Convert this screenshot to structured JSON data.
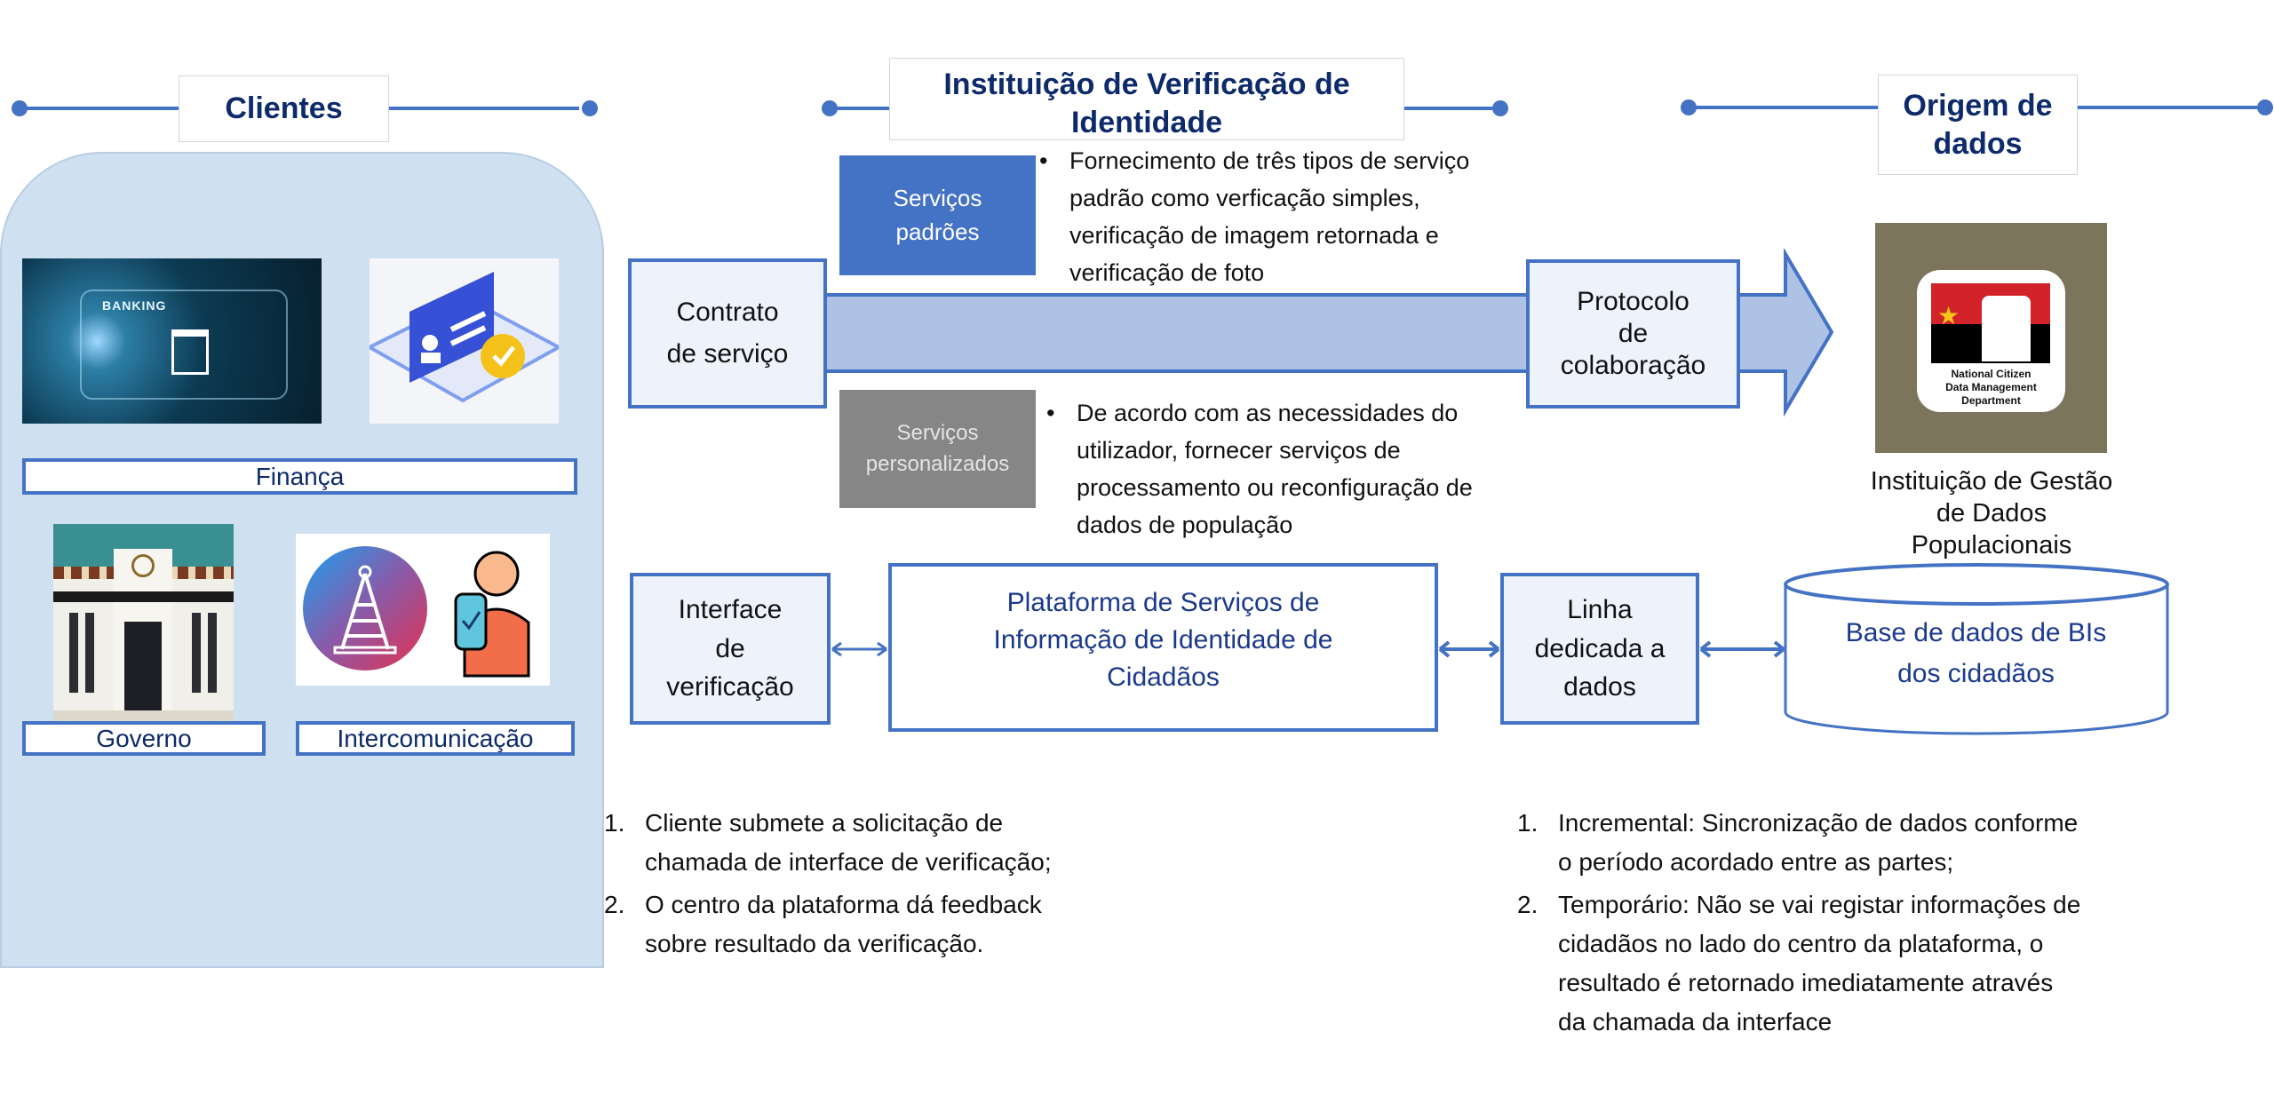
{
  "sections": {
    "clients": {
      "title": "Clientes"
    },
    "institution": {
      "title": "Instituição de Verificação de Identidade"
    },
    "data_origin": {
      "title": "Origem de dados"
    }
  },
  "clients": {
    "finance_label": "Finança",
    "government_label": "Governo",
    "intercom_label": "Intercomunicação",
    "banking_image_text": "BANKING"
  },
  "services": {
    "standard": {
      "label_line1": "Serviços",
      "label_line2": "padrões",
      "description": [
        "Fornecimento de três tipos de serviço",
        "padrão como verficação simples,",
        "verificação de imagem retornada e",
        "verificação de foto"
      ]
    },
    "custom": {
      "label_line1": "Serviços",
      "label_line2": "personalizados",
      "description": [
        "De acordo com as necessidades do",
        "utilizador, fornecer serviços de",
        "processamento ou reconfiguração de",
        "dados de população"
      ]
    },
    "bullet": "•"
  },
  "flow": {
    "contract": [
      "Contrato",
      "de serviço"
    ],
    "protocol": [
      "Protocolo",
      "de",
      "colaboração"
    ],
    "interface": [
      "Interface",
      "de",
      "verificação"
    ],
    "platform": [
      "Plataforma de Serviços de",
      "Informação de Identidade de",
      "Cidadãos"
    ],
    "dedicated_line": [
      "Linha",
      "dedicada a",
      "dados"
    ],
    "database": [
      "Base de dados de BIs",
      "dos cidadãos"
    ]
  },
  "data_source": {
    "logo_text": [
      "National Citizen",
      "Data Management",
      "Department"
    ],
    "caption": [
      "Instituição de Gestão",
      "de Dados",
      "Populacionais"
    ]
  },
  "notes_left": [
    {
      "num": "1.",
      "lines": [
        "Cliente submete a solicitação de",
        "chamada de interface de verificação;"
      ]
    },
    {
      "num": "2.",
      "lines": [
        "O centro da plataforma dá feedback",
        "sobre resultado da verificação."
      ]
    }
  ],
  "notes_right": [
    {
      "num": "1.",
      "lines": [
        "Incremental: Sincronização de dados conforme",
        "o período acordado entre as partes;"
      ]
    },
    {
      "num": "2.",
      "lines": [
        "Temporário: Não se vai registar informações de",
        "cidadãos no lado do centro da plataforma, o",
        "resultado é retornado imediatamente através",
        "da chamada da interface"
      ]
    }
  ],
  "colors": {
    "accent": "#4472c4",
    "navy": "#0d2a6b",
    "panel": "#cfe0f1",
    "arrow": "#adc2e5",
    "gray": "#868686"
  }
}
